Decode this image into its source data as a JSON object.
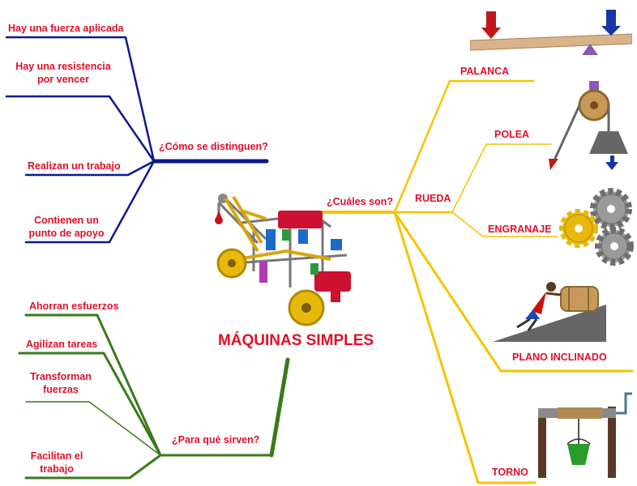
{
  "title": "MÁQUINAS SIMPLES",
  "colors": {
    "text": "#e0102a",
    "blue_branch": "#0a1a8c",
    "yellow_branch": "#f5c400",
    "green_branch": "#3a7a1a"
  },
  "distinguish": {
    "heading": "¿Cómo se distinguen?",
    "items": [
      "Hay una fuerza aplicada",
      "Hay una resistencia por vencer",
      "Realizan un trabajo",
      "Contienen un punto de apoyo"
    ]
  },
  "purpose": {
    "heading": "¿Para qué sirven?",
    "items": [
      "Ahorran esfuerzos",
      "Agilizan tareas",
      "Transforman fuerzas",
      "Facilitan el trabajo"
    ]
  },
  "types": {
    "heading": "¿Cuáles son?",
    "items": {
      "lever": "PALANCA",
      "wheel": "RUEDA",
      "pulley": "POLEA",
      "gear": "ENGRANAJE",
      "inclined_plane": "PLANO INCLINADO",
      "winch": "TORNO"
    }
  },
  "images": {
    "center": "toy-machine-model-icon",
    "lever": "lever-seesaw-icon",
    "pulley": "pulley-icon",
    "gear": "gears-icon",
    "inclined_plane": "person-pushing-barrel-icon",
    "winch": "well-winch-icon"
  }
}
